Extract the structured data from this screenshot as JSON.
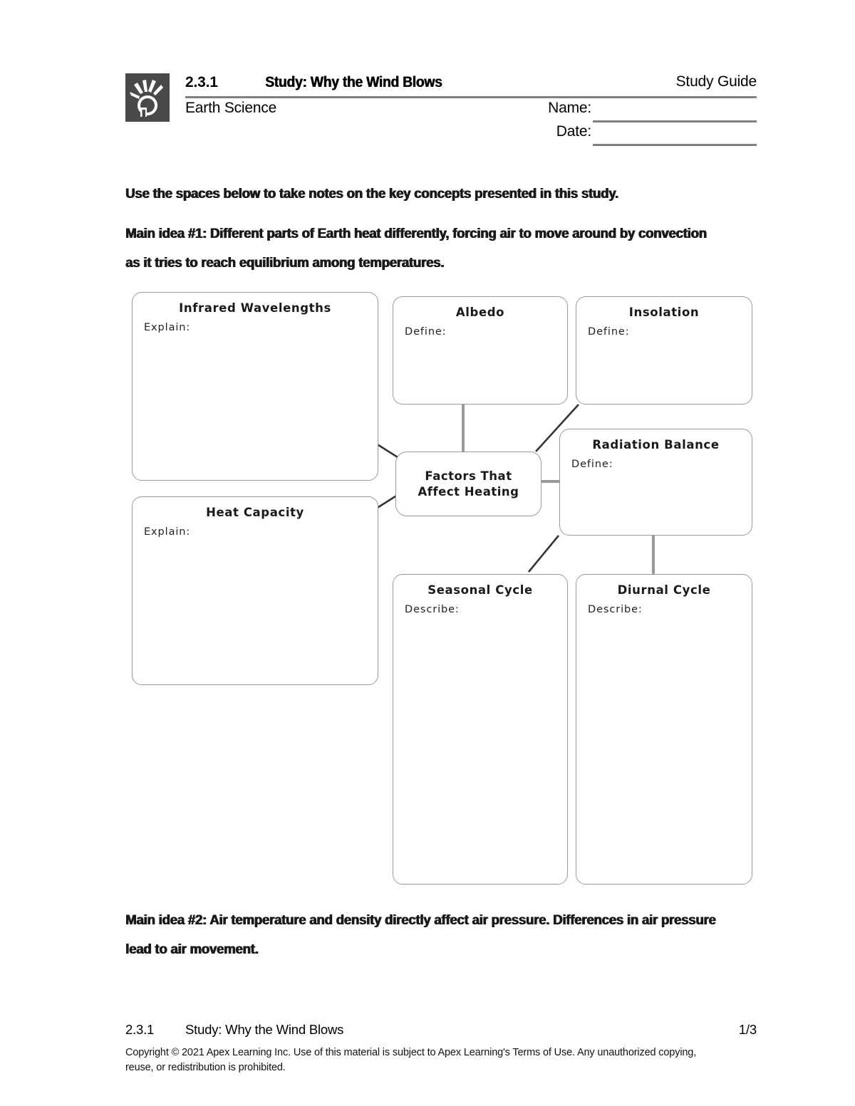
{
  "header": {
    "logo_icon": "apex-sunburst-logo-icon",
    "lesson_code": "2.3.1",
    "title": "Study:  Why the Wind Blows",
    "doc_type": "Study Guide",
    "subject": "Earth Science",
    "name_label": "Name:",
    "date_label": "Date:",
    "name_value": "",
    "date_value": ""
  },
  "body": {
    "instructions": "Use the spaces below to take notes on the key concepts presented in this study.",
    "main_idea_1": "Main idea #1: Different parts of Earth heat differently, forcing air to move around by convection as it tries to reach equilibrium among temperatures.",
    "main_idea_2": "Main idea #2: Air temperature and density directly affect air pressure. Differences in air pressure lead to air movement."
  },
  "diagram": {
    "center": {
      "title": "Factors That\nAffect Heating"
    },
    "nodes": [
      {
        "id": "infrared-wavelengths",
        "title": "Infrared Wavelengths",
        "prompt": "Explain:",
        "value": ""
      },
      {
        "id": "albedo",
        "title": "Albedo",
        "prompt": "Define:",
        "value": ""
      },
      {
        "id": "insolation",
        "title": "Insolation",
        "prompt": "Define:",
        "value": ""
      },
      {
        "id": "radiation-balance",
        "title": "Radiation Balance",
        "prompt": "Define:",
        "value": ""
      },
      {
        "id": "heat-capacity",
        "title": "Heat Capacity",
        "prompt": "Explain:",
        "value": ""
      },
      {
        "id": "seasonal-cycle",
        "title": "Seasonal Cycle",
        "prompt": "Describe:",
        "value": ""
      },
      {
        "id": "diurnal-cycle",
        "title": "Diurnal Cycle",
        "prompt": "Describe:",
        "value": ""
      }
    ]
  },
  "footer": {
    "lesson_code": "2.3.1",
    "title": "Study: Why the Wind Blows",
    "page": "1/3",
    "copyright": "Copyright © 2021 Apex Learning Inc. Use of this material is subject to Apex Learning's Terms of Use. Any unauthorized copying, reuse, or redistribution is prohibited."
  },
  "colors": {
    "logo_bg": "#4a4a4a",
    "rule": "#808080",
    "node_border": "#9a9a9a",
    "connector_gray": "#9a9a9a",
    "connector_dark": "#333333",
    "text": "#000000"
  }
}
